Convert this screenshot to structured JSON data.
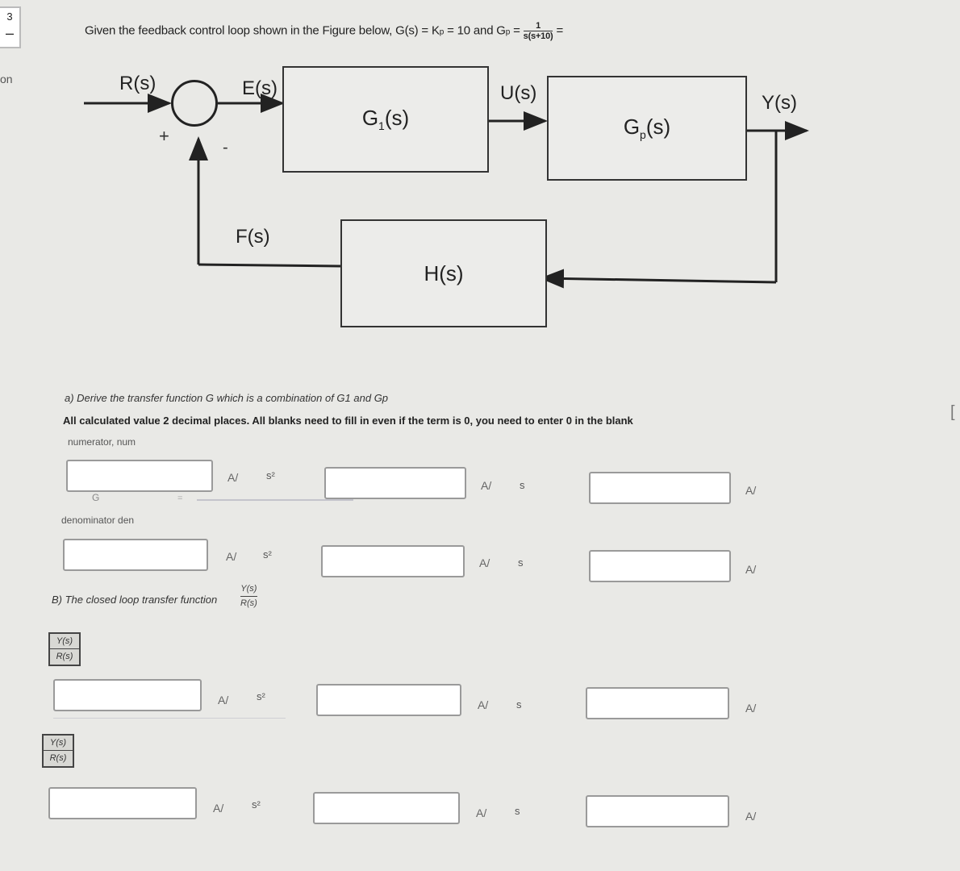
{
  "question_badge": {
    "number": "3",
    "dash": "–"
  },
  "left_edge_text": "on",
  "prompt": {
    "text": "Given the feedback control loop shown in the Figure below, G",
    "g1_expr": "(s) = K",
    "kp_value": "= 10 and G",
    "gp_eq": " = ",
    "gp_num": "1",
    "gp_den": "s(s+10)",
    "trail": " ="
  },
  "diagram": {
    "input": "R(s)",
    "error": "E(s)",
    "plus": "+",
    "minus": "-",
    "g1": "G",
    "g1_sub": "1",
    "g1_arg": "(s)",
    "u": "U(s)",
    "gp": "G",
    "gp_sub": "p",
    "gp_arg": "(s)",
    "output": "Y(s)",
    "feedback_signal": "F(s)",
    "h": "H(s)"
  },
  "part_a": {
    "question": "a) Derive the transfer function G which is a combination of G1 and Gp",
    "instruction": "All calculated value 2 decimal places. All blanks need to fill in even if the term is 0, you need to enter 0 in the blank",
    "numerator_label": "numerator,   num",
    "g_label": "G",
    "equals": "=",
    "denominator_label": "denominator den"
  },
  "part_b": {
    "question": "B) The closed loop transfer function",
    "frac_top": "Y(s)",
    "frac_bottom": "R(s)"
  },
  "terms": {
    "s2": "s²",
    "s": "s"
  },
  "check_icon_glyph": "A/",
  "right_edge_mark": "["
}
